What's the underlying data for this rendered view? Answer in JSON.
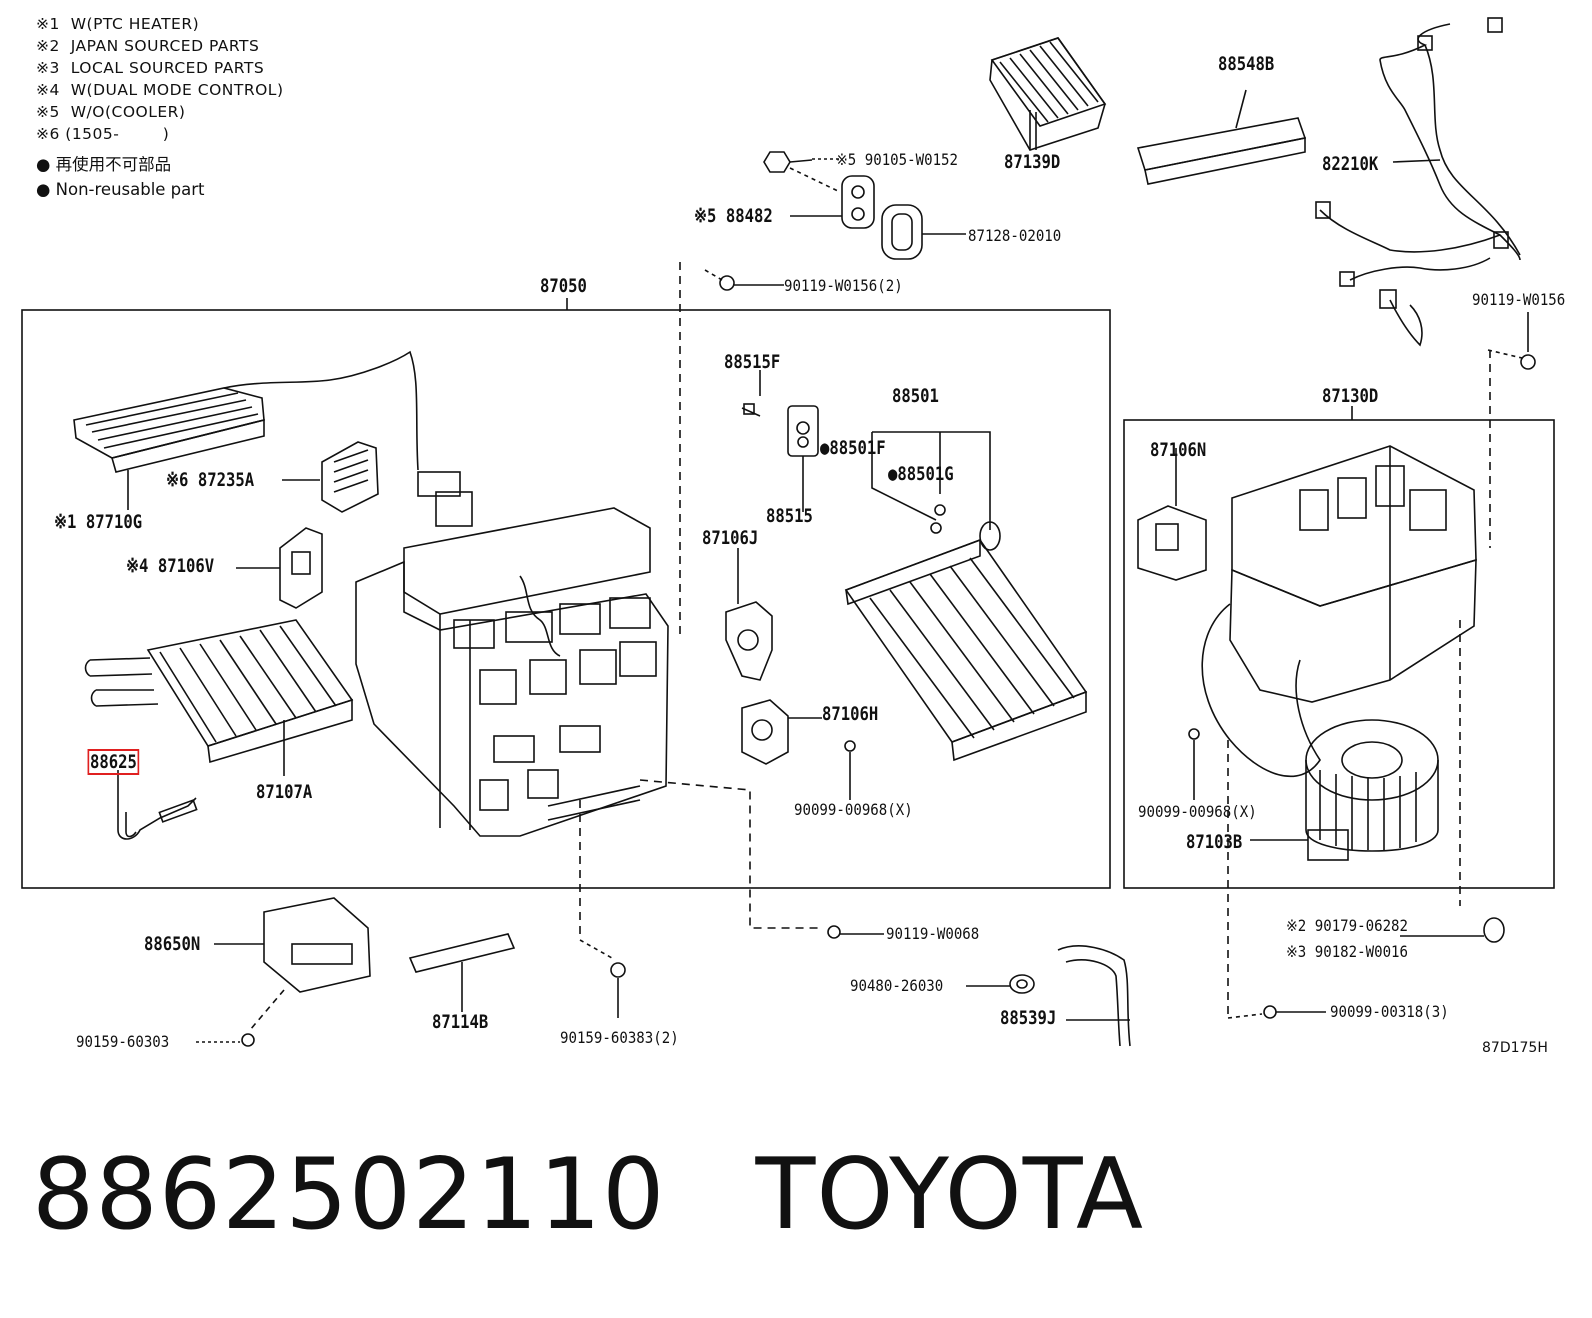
{
  "notes": [
    "※1  W(PTC HEATER)",
    "※2  JAPAN SOURCED PARTS",
    "※3  LOCAL SOURCED PARTS",
    "※4  W(DUAL MODE CONTROL)",
    "※5  W/O(COOLER)",
    "※6 (1505-        )"
  ],
  "legend": [
    "● 再使用不可部品",
    "● Non-reusable part"
  ],
  "labels": {
    "p87050": "87050",
    "p87130D": "87130D",
    "p87139D": "87139D",
    "p88548B": "88548B",
    "p82210K": "82210K",
    "p90105W0152": "※5 90105-W0152",
    "p88482": "※5 88482",
    "p8712802010": "87128-02010",
    "p90119W0156_2": "90119-W0156(2)",
    "p90119W0156": "90119-W0156",
    "p87710G": "※1 87710G",
    "p87235A": "※6 87235A",
    "p87106V": "※4 87106V",
    "p88515F": "88515F",
    "p88501": "88501",
    "p88501F": "●88501F",
    "p88501G": "●88501G",
    "p88515": "88515",
    "p87106J": "87106J",
    "p87106H": "87106H",
    "p88625": "88625",
    "p87107A": "87107A",
    "p9009900968X": "90099-00968(X)",
    "p87106N": "87106N",
    "p9009900968X_b": "90099-00968(X)",
    "p87103B": "87103B",
    "p88650N": "88650N",
    "p87114B": "87114B",
    "p9015960303": "90159-60303",
    "p9015960383_2": "90159-60383(2)",
    "p90119W0068": "90119-W0068",
    "p9048026030": "90480-26030",
    "p88539J": "88539J",
    "p9017906282": "※2 90179-06282",
    "p90182W0016": "※3 90182-W0016",
    "p9009900318_3": "90099-00318(3)"
  },
  "diagram_code": "87D175H",
  "footer": {
    "part_number": "8862502110",
    "brand": "TOYOTA"
  }
}
